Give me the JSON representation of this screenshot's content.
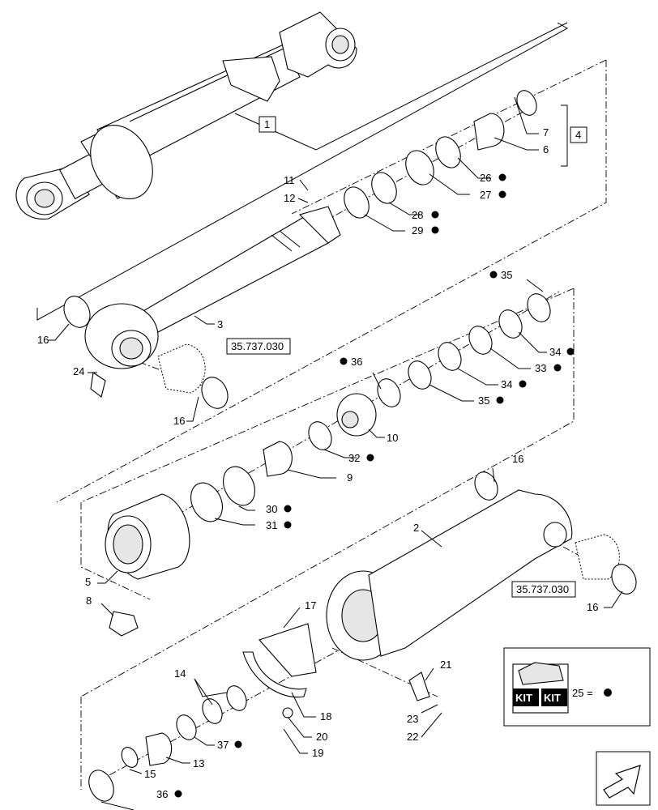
{
  "diagram": {
    "callouts": [
      {
        "id": "c1",
        "text": "11",
        "kit": false
      },
      {
        "id": "c2",
        "text": "12",
        "kit": false
      },
      {
        "id": "c3",
        "text": "26",
        "kit": true
      },
      {
        "id": "c4",
        "text": "27",
        "kit": true
      },
      {
        "id": "c5",
        "text": "28",
        "kit": true
      },
      {
        "id": "c6",
        "text": "29",
        "kit": true
      },
      {
        "id": "c7",
        "text": "7",
        "kit": false
      },
      {
        "id": "c8",
        "text": "6",
        "kit": false
      },
      {
        "id": "c9",
        "text": "3",
        "kit": false
      },
      {
        "id": "c10",
        "text": "16",
        "kit": false
      },
      {
        "id": "c11",
        "text": "24",
        "kit": false
      },
      {
        "id": "c12",
        "text": "16",
        "kit": false
      },
      {
        "id": "c13",
        "text": "35",
        "kit": true
      },
      {
        "id": "c14",
        "text": "36",
        "kit": true
      },
      {
        "id": "c15",
        "text": "34",
        "kit": true
      },
      {
        "id": "c16",
        "text": "33",
        "kit": true
      },
      {
        "id": "c17",
        "text": "34",
        "kit": true
      },
      {
        "id": "c18",
        "text": "35",
        "kit": true
      },
      {
        "id": "c19",
        "text": "10",
        "kit": false
      },
      {
        "id": "c20",
        "text": "32",
        "kit": true
      },
      {
        "id": "c21",
        "text": "9",
        "kit": false
      },
      {
        "id": "c22",
        "text": "30",
        "kit": true
      },
      {
        "id": "c23",
        "text": "31",
        "kit": true
      },
      {
        "id": "c24",
        "text": "5",
        "kit": false
      },
      {
        "id": "c25",
        "text": "8",
        "kit": false
      },
      {
        "id": "c26",
        "text": "2",
        "kit": false
      },
      {
        "id": "c27",
        "text": "16",
        "kit": false
      },
      {
        "id": "c28",
        "text": "16",
        "kit": false
      },
      {
        "id": "c29",
        "text": "17",
        "kit": false
      },
      {
        "id": "c30",
        "text": "14",
        "kit": false
      },
      {
        "id": "c31",
        "text": "18",
        "kit": false
      },
      {
        "id": "c32",
        "text": "20",
        "kit": false
      },
      {
        "id": "c33",
        "text": "19",
        "kit": false
      },
      {
        "id": "c34",
        "text": "21",
        "kit": false
      },
      {
        "id": "c35",
        "text": "23",
        "kit": false
      },
      {
        "id": "c36",
        "text": "22",
        "kit": false
      },
      {
        "id": "c37",
        "text": "37",
        "kit": true
      },
      {
        "id": "c38",
        "text": "13",
        "kit": false
      },
      {
        "id": "c39",
        "text": "15",
        "kit": false
      },
      {
        "id": "c40",
        "text": "36",
        "kit": true
      }
    ],
    "boxed_labels": {
      "assembly": "1",
      "bushing_kit": "4",
      "ref_upper": "35.737.030",
      "ref_lower": "35.737.030"
    },
    "legend": {
      "kit_word_1": "KIT",
      "kit_word_2": "KIT",
      "equation": "25 ="
    },
    "navigation": {
      "next_page_icon": "arrow-next-icon"
    }
  }
}
